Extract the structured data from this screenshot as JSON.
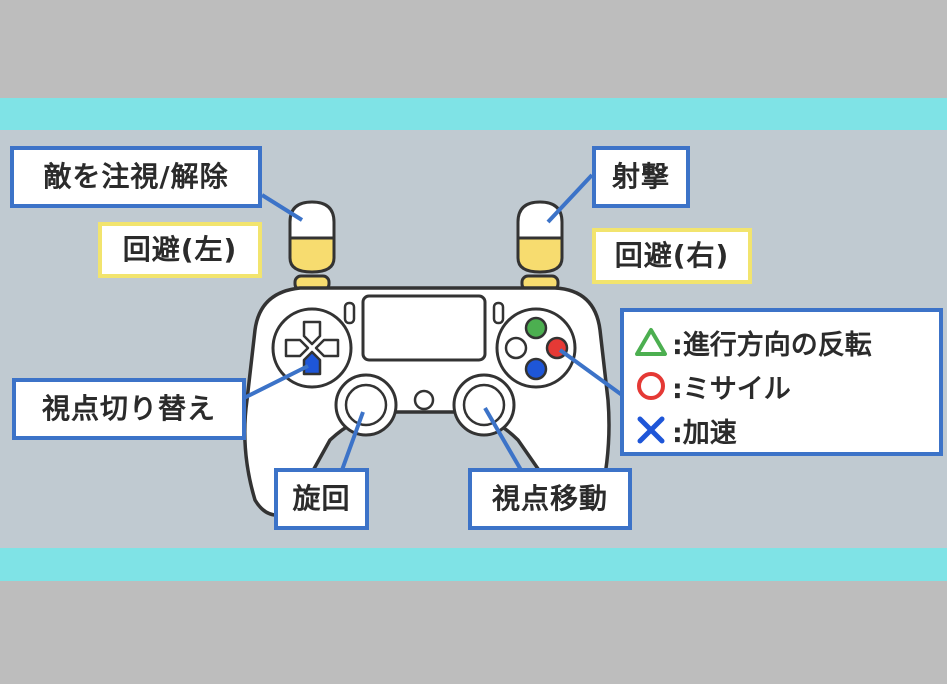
{
  "labels": {
    "lock_on": "敵を注視/解除",
    "dodge_left": "回避(左)",
    "fire": "射撃",
    "dodge_right": "回避(右)",
    "view_switch": "視点切り替え",
    "turn": "旋回",
    "view_move": "視点移動"
  },
  "legend": [
    {
      "symbol": "triangle-icon",
      "text": ":進行方向の反転"
    },
    {
      "symbol": "circle-icon",
      "text": ":ミサイル"
    },
    {
      "symbol": "cross-icon",
      "text": ":加速"
    }
  ],
  "colors": {
    "band": "#7fe3e6",
    "panel": "#c0cad1",
    "label_border_blue": "#3c73c8",
    "label_border_yellow": "#f2e46e",
    "trigger_yellow": "#f7dc6f",
    "triangle_green": "#4caf50",
    "circle_red": "#e53935",
    "cross_blue": "#1e56d8"
  }
}
